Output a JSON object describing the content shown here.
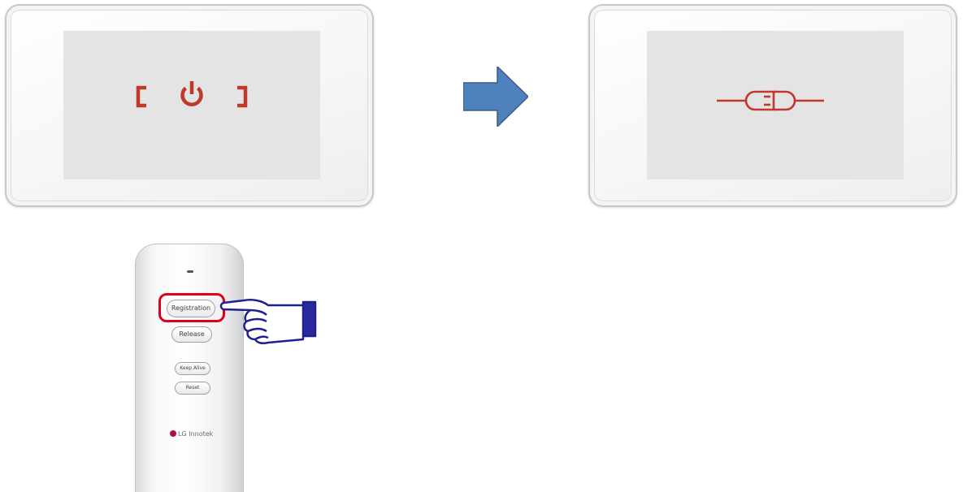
{
  "diagram": {
    "left_panel": {
      "icon": "power-icon",
      "icon_color": "#c0392b"
    },
    "transition_arrow": {
      "icon": "right-arrow-icon",
      "color": "#4f81bd"
    },
    "right_panel": {
      "icon": "connected-plug-icon",
      "icon_color": "#c0392b"
    }
  },
  "remote": {
    "buttons": {
      "registration": "Registration",
      "release": "Release",
      "keep_alive": "Keep Alive",
      "reset": "Reset"
    },
    "brand": "LG Innotek",
    "highlight_color": "#e0001a",
    "pointer": {
      "icon": "pointing-hand-icon",
      "color": "#1f1f8f"
    }
  }
}
